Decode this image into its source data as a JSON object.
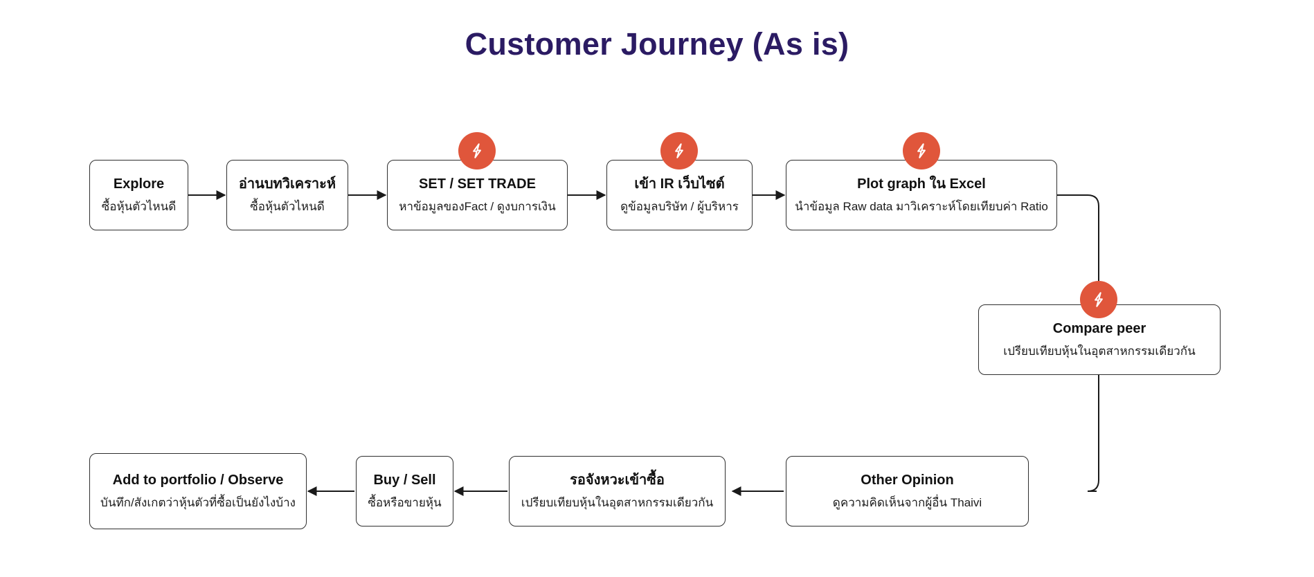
{
  "page": {
    "title": "Customer Journey (As is)",
    "title_color": "#2B1B63",
    "background": "#ffffff",
    "badge_color": "#E0563B",
    "badge_icon": "lightning-bolt-icon",
    "node_border_color": "#2e2e2e",
    "edge_color": "#1a1a1a"
  },
  "nodes": [
    {
      "id": "explore",
      "title": "Explore",
      "sub": "ซื้อหุ้นตัวไหนดี",
      "badge": false
    },
    {
      "id": "read-analysis",
      "title": "อ่านบทวิเคราะห์",
      "sub": "ซื้อหุ้นตัวไหนดี",
      "badge": false
    },
    {
      "id": "set-set-trade",
      "title": "SET / SET TRADE",
      "sub": "หาข้อมูลของFact / ดูงบการเงิน",
      "badge": true
    },
    {
      "id": "ir-website",
      "title": "เข้า IR เว็บไซต์",
      "sub": "ดูข้อมูลบริษัท / ผู้บริหาร",
      "badge": true
    },
    {
      "id": "plot-graph-excel",
      "title": "Plot graph ใน Excel",
      "sub": "นำข้อมูล Raw data มาวิเคราะห์โดยเทียบค่า Ratio",
      "badge": true
    },
    {
      "id": "compare-peer",
      "title": "Compare peer",
      "sub": "เปรียบเทียบหุ้นในอุตสาหกรรมเดียวกัน",
      "badge": true
    },
    {
      "id": "other-opinion",
      "title": "Other Opinion",
      "sub": "ดูความคิดเห็นจากผู้อื่น Thaivi",
      "badge": false
    },
    {
      "id": "wait-to-buy",
      "title": "รอจังหวะเข้าซื้อ",
      "sub": "เปรียบเทียบหุ้นในอุตสาหกรรมเดียวกัน",
      "badge": false
    },
    {
      "id": "buy-sell",
      "title": "Buy / Sell",
      "sub": "ซื้อหรือขายหุ้น",
      "badge": false
    },
    {
      "id": "add-to-portfolio",
      "title": "Add to portfolio / Observe",
      "sub": "บันทึก/สังเกตว่าหุ้นตัวที่ซื้อเป็นยังไงบ้าง",
      "badge": false
    }
  ]
}
